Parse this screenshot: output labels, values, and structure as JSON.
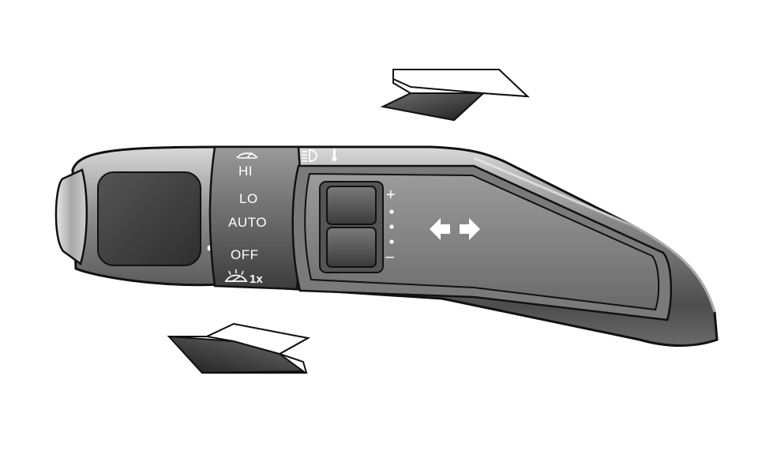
{
  "positions": {
    "hi": "HI",
    "lo": "LO",
    "auto": "AUTO",
    "off": "OFF",
    "single": "1x"
  },
  "rocker": {
    "plus": "+",
    "minus": "–"
  },
  "icons": {
    "wiper_top": "windshield-wiper-icon",
    "headlamp_washer": "headlamp-washer-icon",
    "wash_single": "washer-spray-icon",
    "sensor": "thermometer-icon",
    "direction": "left-right-arrow-icon"
  },
  "colors": {
    "body_dark": "#4a4a4a",
    "body_mid": "#8a8a8a",
    "body_light": "#c8c8c8",
    "arrow_dark": "#2a2a2a"
  }
}
